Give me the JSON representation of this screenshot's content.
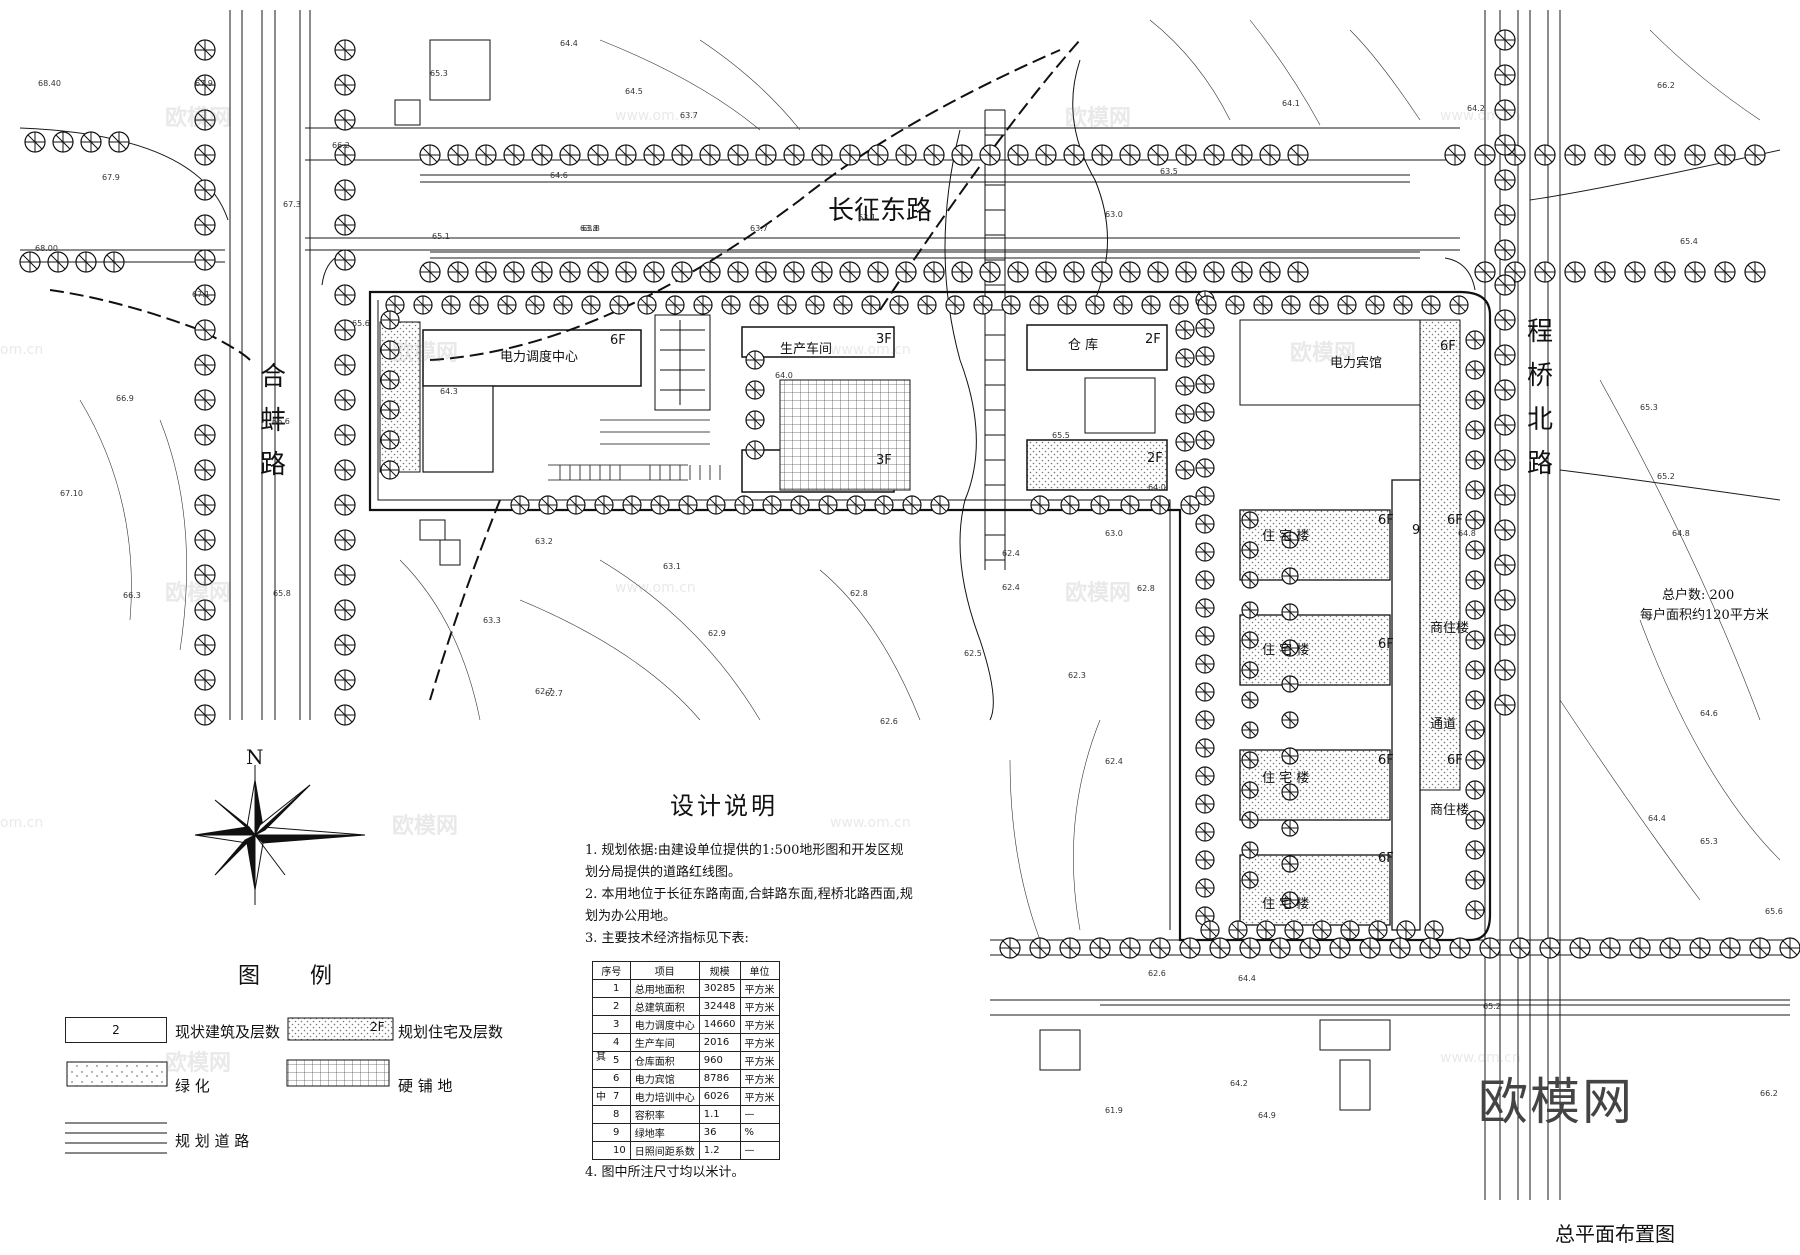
{
  "roads": {
    "changzheng_east": "长征东路",
    "hebeng": "合蚌路",
    "chengqiao_north": "程桥北路",
    "tongdao": "通道"
  },
  "buildings": {
    "dispatch_center": {
      "name": "电力调度中心",
      "floors": "6F"
    },
    "production_workshop": {
      "name": "生产车间",
      "floors": "3F"
    },
    "workshop_lower_floors": "3F",
    "warehouse": {
      "name": "仓  库",
      "floors": "2F"
    },
    "warehouse_lower_floors": "2F",
    "hotel": {
      "name": "电力宾馆",
      "floors": "6F"
    },
    "residential_1": {
      "name": "住  宅  楼",
      "floors": "6F"
    },
    "residential_2": {
      "name": "住  宅  楼",
      "floors": "6F"
    },
    "residential_3": {
      "name": "住  宅  楼",
      "floors": "6F"
    },
    "residential_4": {
      "name": "住  宅  楼",
      "floors": "6F"
    },
    "commercial_1": {
      "name": "商住楼",
      "floors": "6F"
    },
    "commercial_2": {
      "name": "商住楼",
      "floors": "6F"
    },
    "misc_floor_9": "9"
  },
  "stats": {
    "households": "总户数: 200",
    "area_per_household": "每户面积约120平方米"
  },
  "compass": {
    "north": "N"
  },
  "design_notes": {
    "title": "设计说明",
    "items": [
      "1. 规划依据:由建设单位提供的1:500地形图和开发区规划分局提供的道路红线图。",
      "2. 本用地位于长征东路南面,合蚌路东面,程桥北路西面,规划为办公用地。",
      "3. 主要技术经济指标见下表:",
      "4. 图中所注尺寸均以米计。"
    ]
  },
  "spec_table": {
    "headers": [
      "序号",
      "项目",
      "规模",
      "单位"
    ],
    "group_label": "其中",
    "rows": [
      [
        "1",
        "总用地面积",
        "30285",
        "平方米"
      ],
      [
        "2",
        "总建筑面积",
        "32448",
        "平方米"
      ],
      [
        "3",
        "电力调度中心",
        "14660",
        "平方米"
      ],
      [
        "4",
        "生产车间",
        "2016",
        "平方米"
      ],
      [
        "5",
        "仓库面积",
        "960",
        "平方米"
      ],
      [
        "6",
        "电力宾馆",
        "8786",
        "平方米"
      ],
      [
        "7",
        "电力培训中心",
        "6026",
        "平方米"
      ],
      [
        "8",
        "容积率",
        "1.1",
        "—"
      ],
      [
        "9",
        "绿地率",
        "36",
        "%"
      ],
      [
        "10",
        "日照间距系数",
        "1.2",
        "—"
      ]
    ]
  },
  "legend": {
    "title": "图例",
    "items": [
      {
        "sample": "2",
        "label": "现状建筑及层数"
      },
      {
        "sample": "2F",
        "label": "规划住宅及层数"
      },
      {
        "sample": "",
        "label": "绿          化"
      },
      {
        "sample": "",
        "label": "硬    铺    地"
      },
      {
        "sample": "",
        "label": "规 划 道 路"
      }
    ]
  },
  "elevations": [
    "64.4",
    "65.3",
    "67.9",
    "68.40",
    "64.5",
    "63.7",
    "66.2",
    "67.9",
    "64.6",
    "63.8",
    "63.7",
    "63.1",
    "63.5",
    "64.1",
    "64.2",
    "66.2",
    "67.3",
    "68.00",
    "67.1",
    "65.1",
    "63.8",
    "63.0",
    "65.6",
    "66.6",
    "66.9",
    "64.3",
    "63.2",
    "63.1",
    "64.0",
    "62.7",
    "63.0",
    "67.10",
    "64.0",
    "65.5",
    "66.3",
    "65.8",
    "63.3",
    "62.9",
    "62.8",
    "62.4",
    "62.8",
    "65.4",
    "65.2",
    "62.7",
    "62.6",
    "62.5",
    "62.3",
    "62.4",
    "62.4",
    "64.6",
    "64.4",
    "65.3",
    "65.6",
    "62.6",
    "64.4",
    "65.2",
    "64.2",
    "61.9",
    "64.9",
    "66.2",
    "64.8",
    "65.3",
    "64.8"
  ],
  "watermarks": {
    "brand": "欧模网",
    "url": "www.om.cn",
    "url_short": "om.cn"
  },
  "drawing_title": "总平面布置图",
  "colors": {
    "line": "#1a1a1a",
    "hatch": "#9a9a9a",
    "paper": "#ffffff"
  }
}
